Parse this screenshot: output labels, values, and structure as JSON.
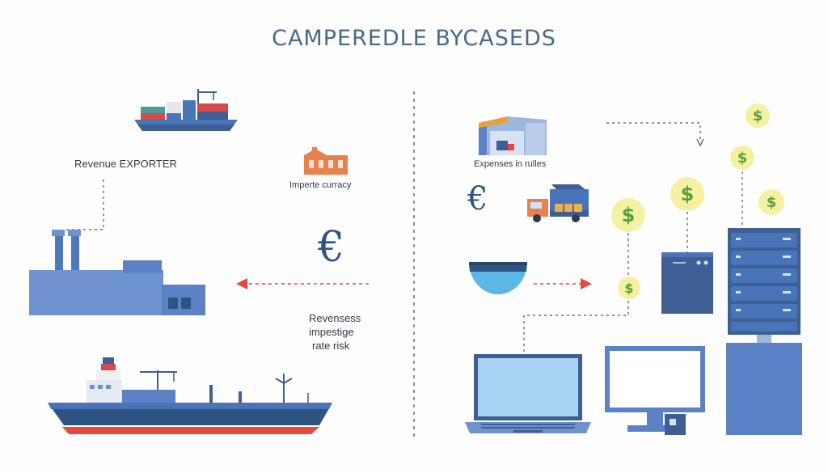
{
  "title": "CAMPEREDLE BYCASEDS",
  "left": {
    "exporter_label": "Revenue EXPORTER",
    "currency_label": "Imperte curracy",
    "euro_symbol": "€",
    "risk_lines": [
      "Revensess",
      "impestige",
      "rate risk"
    ]
  },
  "right": {
    "expenses_label": "Expenses in rulles",
    "euro_symbol": "€",
    "coin_symbol": "$"
  },
  "colors": {
    "primary_blue": "#5b82c4",
    "dark_blue": "#2e5582",
    "arrow_red": "#e8473d",
    "coin_yellow": "#f4f1a3",
    "dollar_green": "#58a23a"
  }
}
